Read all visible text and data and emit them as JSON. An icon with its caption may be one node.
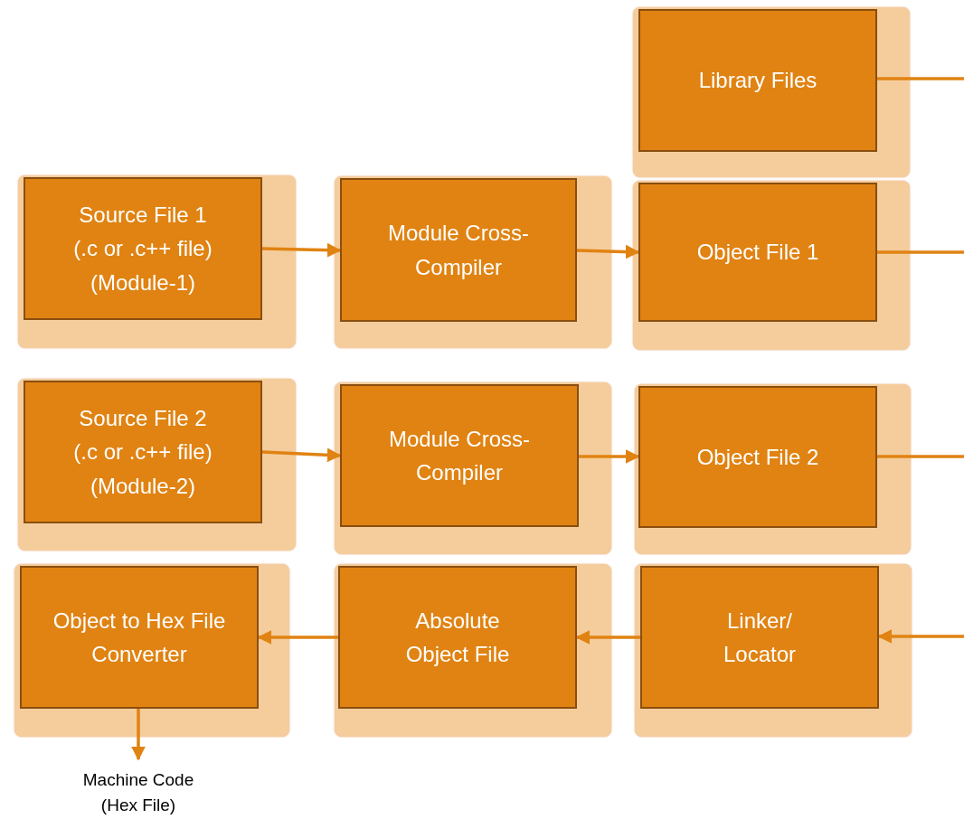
{
  "diagram": {
    "nodes": [
      {
        "text": [
          "Library Files"
        ]
      },
      {
        "text": [
          "Source File 1",
          "(.c or .c++ file)",
          "(Module-1)"
        ]
      },
      {
        "text": [
          "Module Cross-Compiler"
        ]
      },
      {
        "text": [
          "Object File 1"
        ]
      },
      {
        "text": [
          "Source File 2",
          "(.c or .c++ file)",
          "(Module-2)"
        ]
      },
      {
        "text": [
          "Module Cross-Compiler"
        ]
      },
      {
        "text": [
          "Object File 2"
        ]
      },
      {
        "text": [
          "Object to Hex File Converter"
        ]
      },
      {
        "text": [
          "Absolute Object File"
        ]
      },
      {
        "text": [
          "Linker/ Locator"
        ]
      },
      {
        "text": [
          "Machine Code (Hex File)"
        ]
      }
    ],
    "edges": [
      {
        "from": 1,
        "to": 2,
        "arrow": "to"
      },
      {
        "from": 2,
        "to": 3,
        "arrow": "to"
      },
      {
        "from": 4,
        "to": 5,
        "arrow": "to"
      },
      {
        "from": 5,
        "to": 6,
        "arrow": "to"
      },
      {
        "from": 0,
        "to": null,
        "arrow": "none"
      },
      {
        "from": 3,
        "to": null,
        "arrow": "none"
      },
      {
        "from": 6,
        "to": null,
        "arrow": "none"
      },
      {
        "from": null,
        "to": 9,
        "arrow": "to"
      },
      {
        "from": 9,
        "to": 8,
        "arrow": "to"
      },
      {
        "from": 8,
        "to": 7,
        "arrow": "to"
      },
      {
        "from": 7,
        "to": 10,
        "arrow": "to"
      }
    ]
  }
}
